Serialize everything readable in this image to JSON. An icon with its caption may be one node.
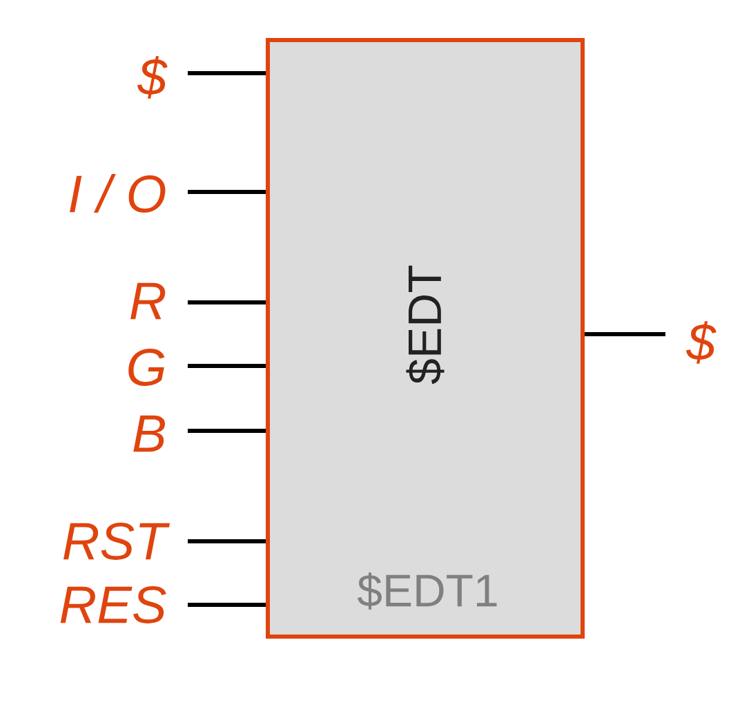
{
  "diagram": {
    "nodes": [
      {
        "text": [
          "$EDT",
          "$EDT1"
        ]
      },
      {
        "text": [
          "$"
        ]
      },
      {
        "text": [
          "I / O"
        ]
      },
      {
        "text": [
          "R"
        ]
      },
      {
        "text": [
          "G"
        ]
      },
      {
        "text": [
          "B"
        ]
      },
      {
        "text": [
          "RST"
        ]
      },
      {
        "text": [
          "RES"
        ]
      },
      {
        "text": [
          "$"
        ]
      }
    ],
    "edges": [
      {
        "from": 1,
        "to": 0,
        "arrow": "none"
      },
      {
        "from": 2,
        "to": 0,
        "arrow": "none"
      },
      {
        "from": 3,
        "to": 0,
        "arrow": "none"
      },
      {
        "from": 4,
        "to": 0,
        "arrow": "none"
      },
      {
        "from": 5,
        "to": 0,
        "arrow": "none"
      },
      {
        "from": 6,
        "to": 0,
        "arrow": "none"
      },
      {
        "from": 7,
        "to": 0,
        "arrow": "none"
      },
      {
        "from": 0,
        "to": 8,
        "arrow": "none"
      }
    ]
  }
}
